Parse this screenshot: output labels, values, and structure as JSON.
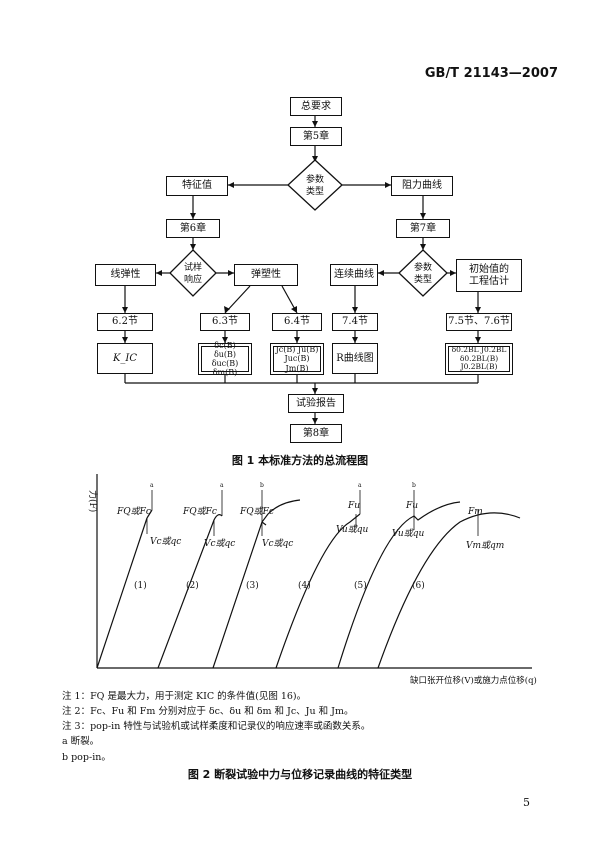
{
  "header": {
    "standard_no": "GB/T 21143—2007"
  },
  "flowchart": {
    "general": "总要求",
    "ch5": "第5章",
    "param_type": [
      "参数",
      "类型"
    ],
    "characteristic": "特征值",
    "resistance": "阻力曲线",
    "ch6": "第6章",
    "ch7": "第7章",
    "specimen_response": [
      "试样",
      "响应"
    ],
    "linear_elastic": "线弹性",
    "elastic_plastic": "弹塑性",
    "continuous_curve": "连续曲线",
    "param_type2": [
      "参数",
      "类型"
    ],
    "initial_value": [
      "初始值的",
      "工程估计"
    ],
    "s62": "6.2节",
    "s63": "6.3节",
    "s64": "6.4节",
    "s74": "7.4节",
    "s7576": "7.5节、7.6节",
    "kic": "K_IC",
    "delta_box": [
      "δc(B) δu(B)",
      "δuc(B) δm(B)"
    ],
    "j_box": [
      "Jc(B) Ju(B)",
      "Juc(B) Jm(B)"
    ],
    "r_curve": "R曲线图",
    "est_box": [
      "δ0.2BL  J0.2BL",
      "δ0.2BL(B) J0.2BL(B)"
    ],
    "report": "试验报告",
    "ch8": "第8章"
  },
  "fig1_caption": "图 1  本标准方法的总流程图",
  "chart": {
    "y_axis_label": "力(F)",
    "x_axis_label": "缺口张开位移(V)或施力点位移(q)",
    "curve_labels": [
      "(1)",
      "(2)",
      "(3)",
      "(4)",
      "(5)",
      "(6)"
    ],
    "annotations": [
      {
        "force": "FQ或Fc",
        "disp": "Vc或qc",
        "mark": "a"
      },
      {
        "force": "FQ或Fc",
        "disp": "Vc或qc",
        "mark": "a"
      },
      {
        "force": "FQ或Fc",
        "disp": "Vc或qc",
        "mark": "b"
      },
      {
        "force": "Fu",
        "disp": "Vu或qu",
        "mark": "a"
      },
      {
        "force": "Fu",
        "disp": "Vu或qu",
        "mark": "b"
      },
      {
        "force": "Fm",
        "disp": "Vm或qm",
        "mark": ""
      }
    ]
  },
  "chart_data": {
    "type": "line",
    "title": "",
    "xlabel": "缺口张开位移(V)或施力点位移(q)",
    "ylabel": "力(F)",
    "series": [
      {
        "name": "(1)",
        "description_points": "linear elastic to fracture"
      },
      {
        "name": "(2)",
        "description_points": "small nonlinearity to fracture"
      },
      {
        "name": "(3)",
        "description_points": "pop-in then continued"
      },
      {
        "name": "(4)",
        "description_points": "plastic to instability"
      },
      {
        "name": "(5)",
        "description_points": "plastic pop-in"
      },
      {
        "name": "(6)",
        "description_points": "maximum force plateau"
      }
    ]
  },
  "notes": [
    "注 1：FQ 是最大力，用于测定 KIC 的条件值(见图 16)。",
    "注 2：Fc、Fu 和 Fm 分别对应于 δc、δu 和 δm 和 Jc、Ju 和 Jm。",
    "注 3：pop-in 特性与试验机或试样柔度和记录仪的响应速率或函数关系。",
    "a  断裂。",
    "b  pop-in。"
  ],
  "fig2_caption": "图 2  断裂试验中力与位移记录曲线的特征类型",
  "page_number": "5"
}
